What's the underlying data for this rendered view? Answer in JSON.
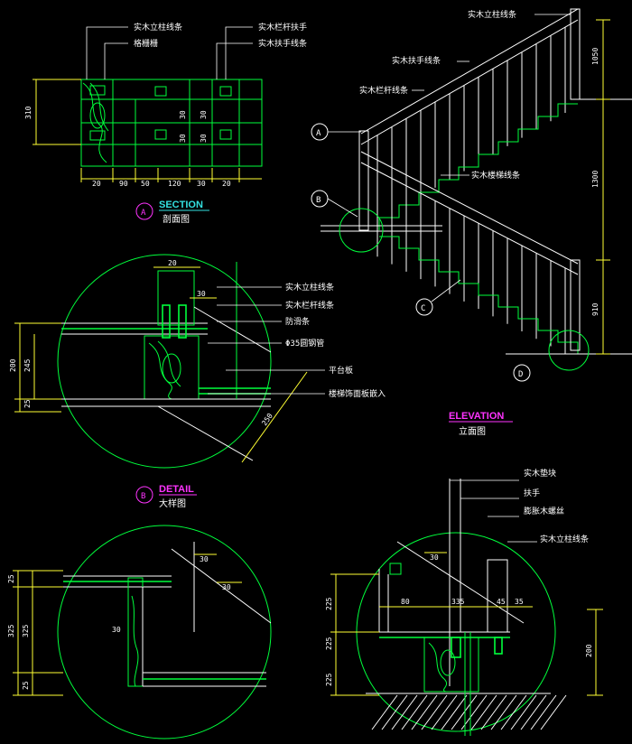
{
  "colors": {
    "background": "#000000",
    "linework": "#00ff3c",
    "text": "#ffffff",
    "dimension": "#ffff33",
    "accent": "#33e0e0",
    "title_marker": "#ff33ff"
  },
  "section": {
    "title": "SECTION",
    "subtitle": "剖面图",
    "marker": "A",
    "labels": [
      "实木立柱线条",
      "格栅栅",
      "实木栏杆扶手",
      "实木扶手线条"
    ],
    "dims_bottom": [
      "20",
      "90",
      "50",
      "120",
      "30",
      "20"
    ],
    "dims_left": [
      "310"
    ],
    "dims_inner": [
      "30",
      "30",
      "30",
      "30"
    ]
  },
  "elevation": {
    "title": "ELEVATION",
    "subtitle": "立面图",
    "labels": [
      "实木立柱线条",
      "实木扶手线条",
      "实木栏杆线条",
      "实木楼梯线条"
    ],
    "markers": [
      "A",
      "B",
      "C",
      "D"
    ],
    "dims_right": [
      "1050",
      "1300",
      "910"
    ]
  },
  "detail_b": {
    "title": "DETAIL",
    "subtitle": "大样图",
    "marker": "B",
    "labels": [
      "实木立柱线条",
      "实木栏杆线条",
      "防滑条",
      "Φ35圆钢管",
      "平台板",
      "楼梯饰面板嵌入"
    ],
    "dims_left": [
      "200",
      "245",
      "25"
    ],
    "dims_top": [
      "20",
      "30"
    ],
    "dim_diag": "250"
  },
  "detail_c": {
    "dims_left": [
      "25",
      "325",
      "325",
      "25"
    ],
    "dims_top": [
      "30",
      "30"
    ],
    "dim_inner": "30"
  },
  "detail_d": {
    "labels": [
      "实木垫块",
      "扶手",
      "膨胀木螺丝",
      "实木立柱线条"
    ],
    "dims_top": [
      "30",
      "80",
      "335",
      "45",
      "35"
    ],
    "dims_left": [
      "225",
      "225",
      "225"
    ],
    "dims_right": [
      "200"
    ]
  }
}
